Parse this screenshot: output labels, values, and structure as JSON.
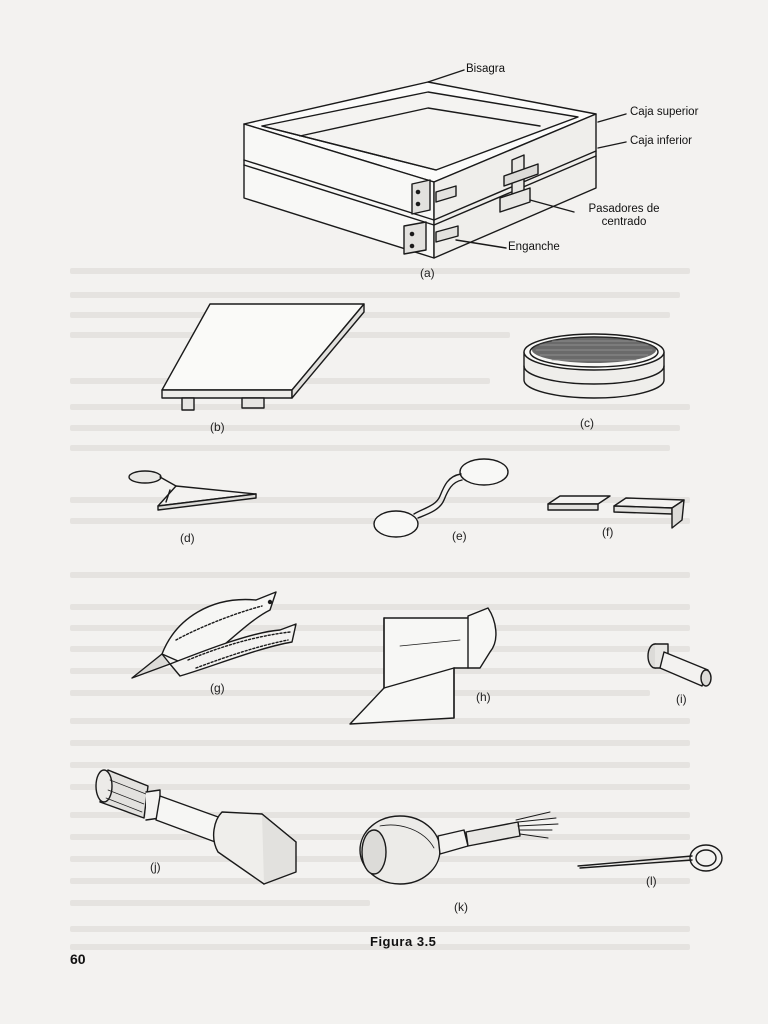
{
  "figure": {
    "caption": "Figura 3.5",
    "page_number": "60"
  },
  "panel_a": {
    "labels": {
      "hinge": "Bisagra",
      "upper_box": "Caja superior",
      "lower_box": "Caja inferior",
      "pins_line1": "Pasadores de",
      "pins_line2": "centrado",
      "latch": "Enganche"
    },
    "sublabel": "(a)"
  },
  "sublabels": {
    "b": "(b)",
    "c": "(c)",
    "d": "(d)",
    "e": "(e)",
    "f": "(f)",
    "g": "(g)",
    "h": "(h)",
    "i": "(i)",
    "j": "(j)",
    "k": "(k)",
    "l": "(l)"
  }
}
